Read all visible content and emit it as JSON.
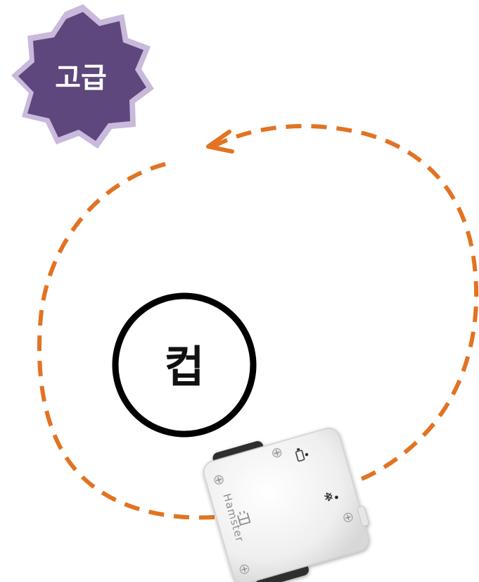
{
  "badge": {
    "label": "고급",
    "fill_color": "#5d477c",
    "border_color": "#c9b9dc"
  },
  "path": {
    "color": "#e27322",
    "style": "dashed",
    "direction": "counter-clockwise"
  },
  "cup": {
    "label": "컵",
    "ring_color": "#000000"
  },
  "robot": {
    "brand": "Hamster",
    "body_color": "#f1f1f1",
    "icons": [
      "battery-icon",
      "bluetooth-icon",
      "hamster-logo-icon"
    ]
  }
}
